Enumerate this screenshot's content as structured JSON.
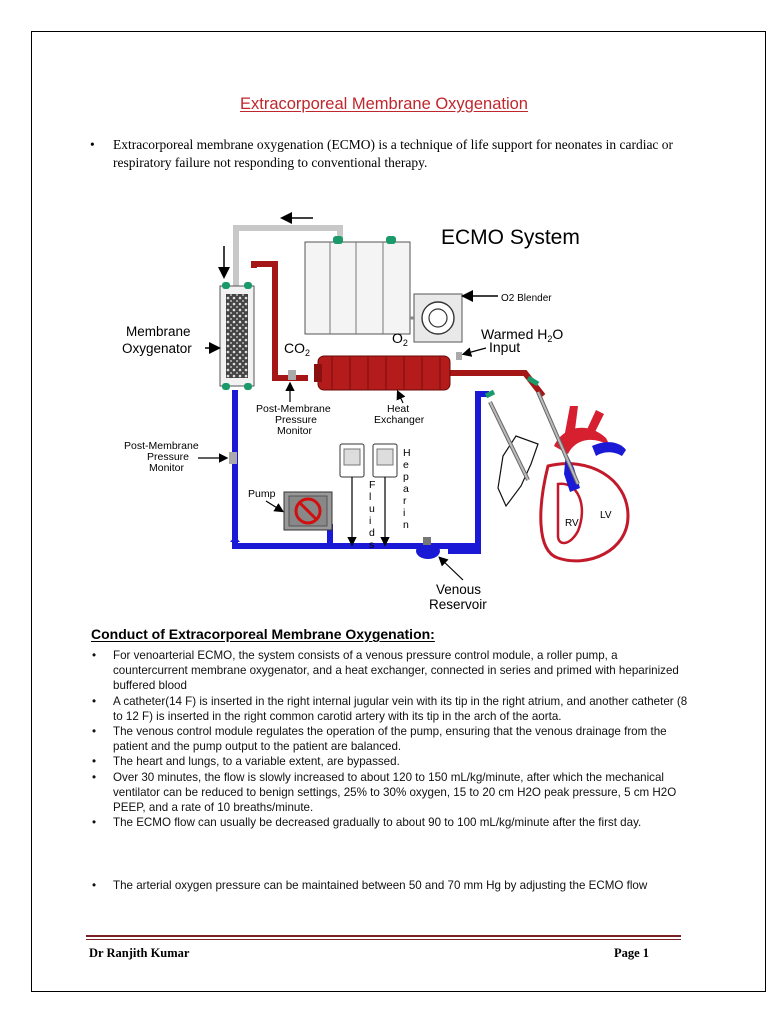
{
  "title": "Extracorporeal Membrane Oxygenation",
  "intro": "Extracorporeal membrane oxygenation (ECMO) is a technique of life support for neonates in cardiac or respiratory failure not responding to conventional therapy.",
  "diagram": {
    "heading": "ECMO System",
    "membrane_oxygenator_1": "Membrane",
    "membrane_oxygenator_2": "Oxygenator",
    "co2": "CO",
    "co2_sub": "2",
    "o2": "O",
    "o2_sub": "2",
    "o2_blender": "O2 Blender",
    "warmed_1": "Warmed H",
    "warmed_sub": "2",
    "warmed_o": "O",
    "warmed_2": "Input",
    "pmpm_top_1": "Post-Membrane",
    "pmpm_top_2": "Pressure",
    "pmpm_top_3": "Monitor",
    "heat_1": "Heat",
    "heat_2": "Exchanger",
    "pmpm_left_1": "Post-Membrane",
    "pmpm_left_2": "Pressure",
    "pmpm_left_3": "Monitor",
    "pump": "Pump",
    "fluids": "Fluids",
    "heparin": "Heparin",
    "rv": "RV",
    "lv": "LV",
    "venous_1": "Venous",
    "venous_2": "Reservoir"
  },
  "section_heading": "Conduct of Extracorporeal Membrane Oxygenation:",
  "conduct_items": [
    "For venoarterial ECMO, the system consists of a venous pressure control module, a roller pump, a countercurrent membrane oxygenator, and a heat exchanger, connected in series and primed with heparinized buffered blood",
    "A catheter(14 F) is inserted in the right internal jugular vein with its tip in the right atrium, and another catheter (8 to 12 F) is inserted in the right common carotid artery with its tip in the arch of the aorta.",
    "The venous control module regulates the operation of the pump, ensuring that the venous drainage from the patient and the pump output to the patient are balanced.",
    "The heart and lungs, to a variable extent, are bypassed.",
    "Over 30 minutes, the flow is slowly increased to about 120 to 150 mL/kg/minute, after which the mechanical ventilator can be reduced to benign settings, 25% to 30% oxygen, 15 to 20 cm H2O peak pressure, 5 cm H2O PEEP, and a rate of 10 breaths/minute.",
    "The ECMO flow can usually be decreased gradually to about 90 to 100 mL/kg/minute after the first day."
  ],
  "last_item": "The arterial oxygen pressure can be maintained between 50 and 70 mm Hg by adjusting the ECMO flow",
  "bullet": "•",
  "footer_author": "Dr Ranjith Kumar",
  "footer_page": "Page 1",
  "colors": {
    "title": "#c0262d",
    "artery": "#b31b1b",
    "vein": "#1a1ad6",
    "footer_rule": "#7a1f24"
  }
}
